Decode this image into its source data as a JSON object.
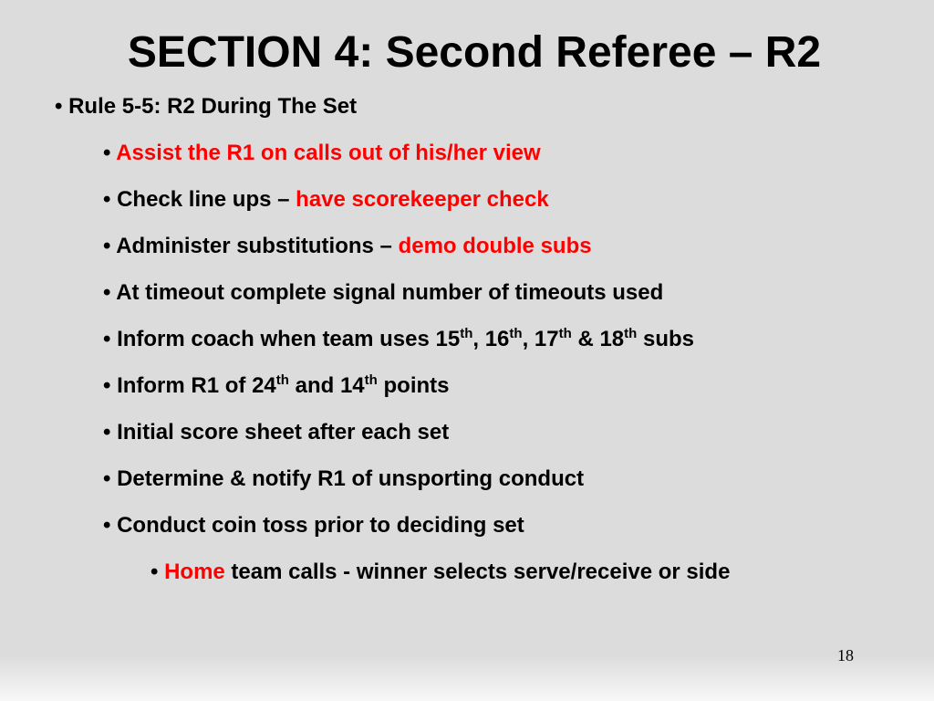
{
  "title": "SECTION 4: Second Referee – R2",
  "bullet_char": "•",
  "items": [
    {
      "level": 1,
      "text": "Rule 5-5: R2 During The Set"
    },
    {
      "level": 2,
      "red": "Assist the R1 on calls out of his/her view"
    },
    {
      "level": 2,
      "text": "Check line ups – ",
      "red": "have scorekeeper check"
    },
    {
      "level": 2,
      "text": "Administer substitutions – ",
      "red": "demo double subs"
    },
    {
      "level": 2,
      "text": "At timeout complete signal number of timeouts used"
    },
    {
      "level": 2,
      "parts": [
        "Inform coach when team uses 15",
        "th",
        ", 16",
        "th",
        ", 17",
        "th",
        " & 18",
        "th",
        " subs"
      ]
    },
    {
      "level": 2,
      "parts": [
        "Inform R1 of 24",
        "th",
        " and 14",
        "th",
        " points"
      ]
    },
    {
      "level": 2,
      "text": "Initial score sheet after each set"
    },
    {
      "level": 2,
      "text": "Determine & notify R1 of unsporting conduct"
    },
    {
      "level": 2,
      "text": "Conduct coin toss prior to deciding set"
    },
    {
      "level": 3,
      "red": "Home",
      "text": " team calls - winner selects serve/receive or side"
    }
  ],
  "page_number": "18",
  "colors": {
    "background": "#dcdcdc",
    "text": "#000000",
    "highlight": "#ff0000"
  }
}
